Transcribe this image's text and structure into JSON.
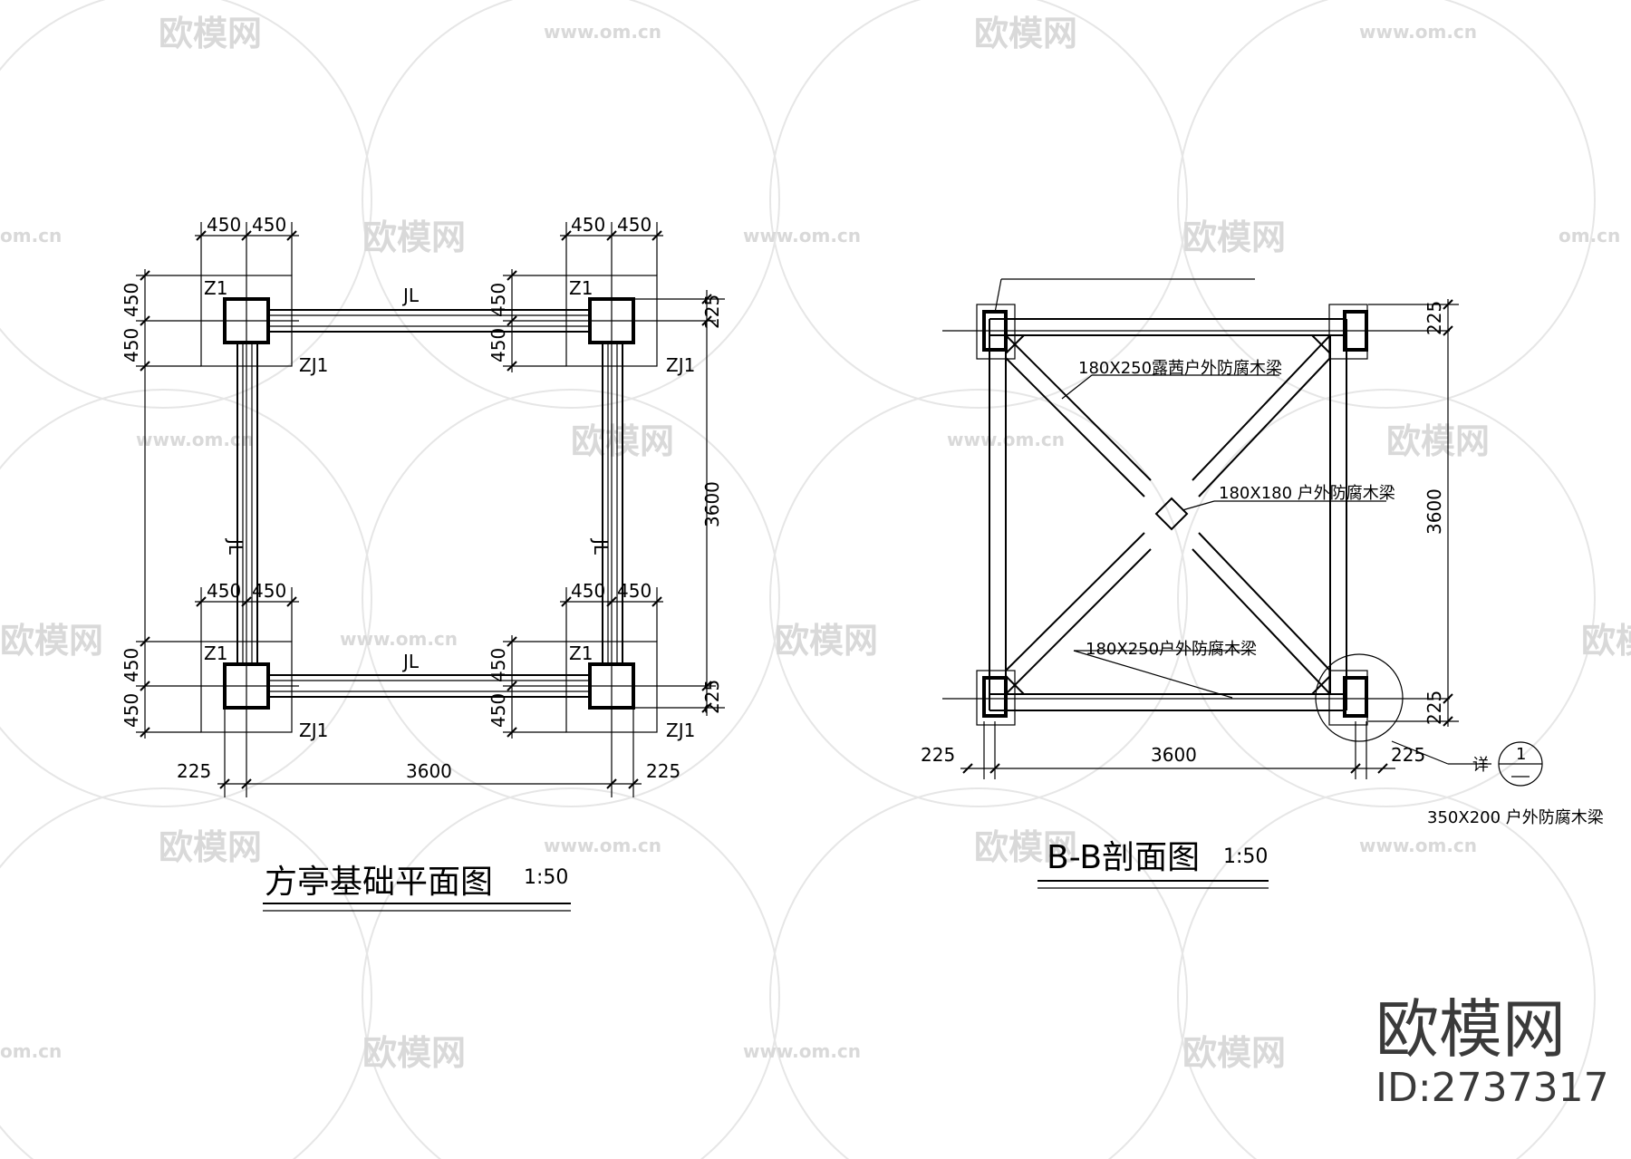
{
  "watermark": {
    "brand_text": "欧模网",
    "site_text": "www.om.cn",
    "site_short": "om.cn",
    "partial_brand": "欧模网"
  },
  "plan": {
    "column_label": "Z1",
    "footing_label": "ZJ1",
    "beam_label": "JL",
    "dim_450": "450",
    "dim_225": "225",
    "dim_3600": "3600",
    "title": "方亭基础平面图",
    "scale": "1:50"
  },
  "section": {
    "beam_top_label": "180X250露茜户外防腐木梁",
    "beam_center_label": "180X180 户外防腐木梁",
    "beam_bottom_label": "180X250户外防腐木梁",
    "detail_label": "350X200  户外防腐木梁",
    "detail_prefix": "详",
    "detail_number": "1",
    "dim_225": "225",
    "dim_3600": "3600",
    "title": "B-B剖面图",
    "scale": "1:50"
  },
  "brand": {
    "name": "欧模网",
    "id": "ID:2737317"
  }
}
